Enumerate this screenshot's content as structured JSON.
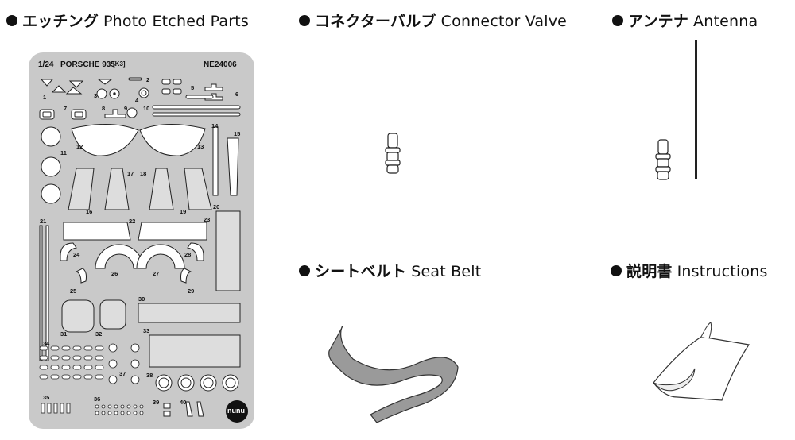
{
  "sections": {
    "photo_etched": {
      "jp": "エッチング",
      "en": "Photo Etched Parts"
    },
    "connector_valve": {
      "jp": "コネクターバルブ",
      "en": "Connector Valve"
    },
    "antenna": {
      "jp": "アンテナ",
      "en": "Antenna"
    },
    "seat_belt": {
      "jp": "シートベルト",
      "en": "Seat Belt"
    },
    "instructions": {
      "jp": "説明書",
      "en": "Instructions"
    }
  },
  "etched_sheet": {
    "scale": "1/24",
    "model": "PORSCHE 935",
    "variant": "[K3]",
    "product_code": "NE24006",
    "logo_text": "nunu",
    "part_numbers": [
      "1",
      "2",
      "3",
      "4",
      "5",
      "6",
      "7",
      "8",
      "9",
      "10",
      "11",
      "12",
      "13",
      "14",
      "15",
      "16",
      "17",
      "18",
      "19",
      "20",
      "21",
      "22",
      "23",
      "24",
      "25",
      "26",
      "27",
      "28",
      "29",
      "30",
      "31",
      "32",
      "33",
      "34",
      "35",
      "36",
      "37",
      "38",
      "39",
      "40"
    ]
  },
  "colors": {
    "sheet": "#c9c9c9",
    "belt": "#9a9a9a",
    "part_fill": "#ffffff",
    "outline": "#222222"
  }
}
